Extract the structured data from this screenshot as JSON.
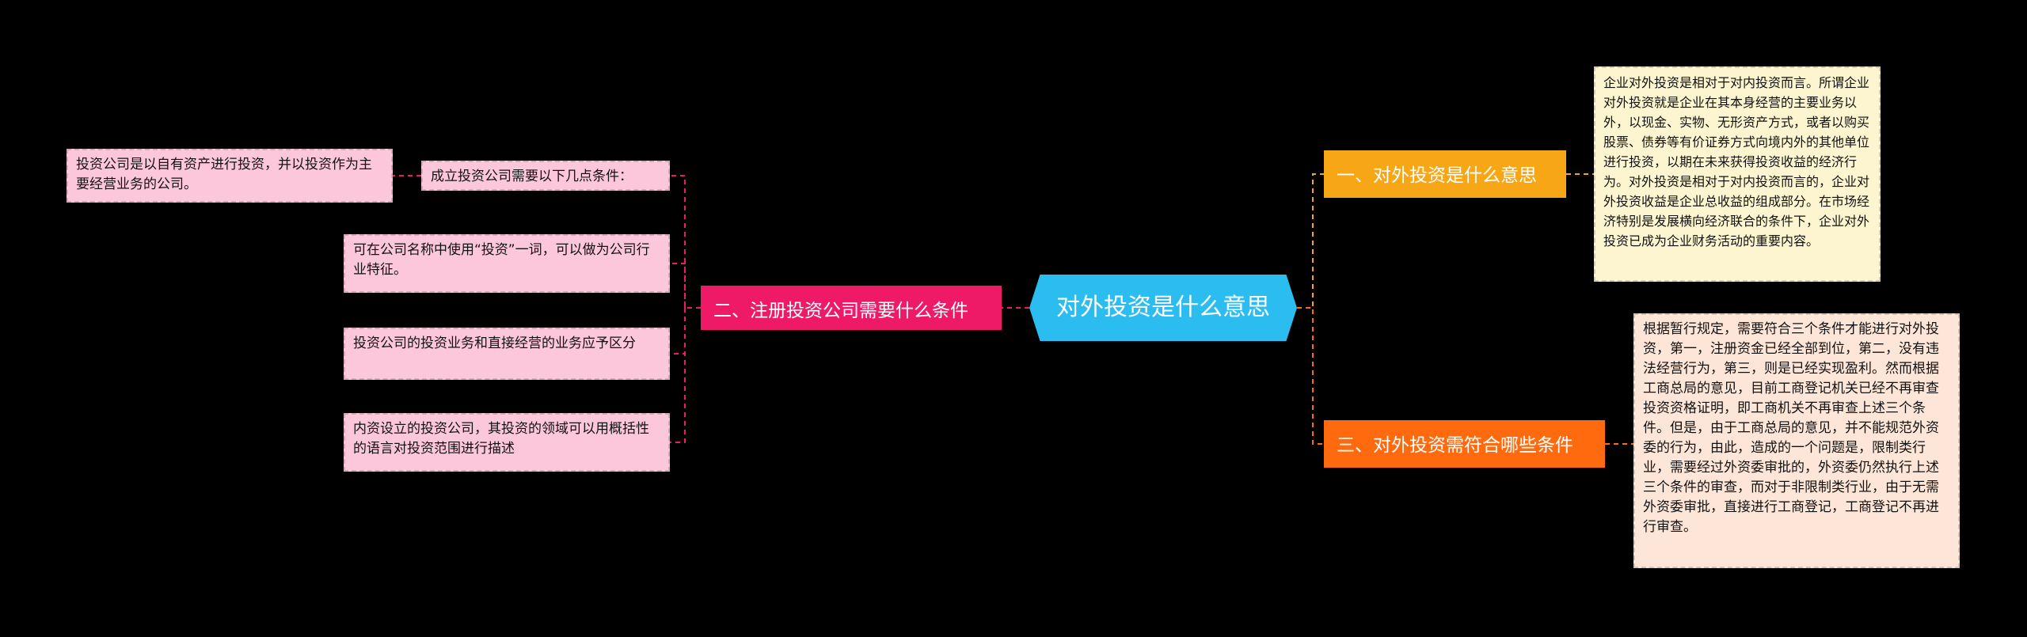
{
  "central": "对外投资是什么意思",
  "branches": {
    "b1": "一、对外投资是什么意思",
    "b2": "二、注册投资公司需要什么条件",
    "b3": "三、对外投资需符合哪些条件"
  },
  "leaves": {
    "investment_company_def": "投资公司是以自有资产进行投资，并以投资作为主要经营业务的公司。",
    "conditions_intro": "成立投资公司需要以下几点条件：",
    "name_use": "可在公司名称中使用“投资”一词，可以做为公司行业特征。",
    "business_distinguish": "投资公司的投资业务和直接经营的业务应予区分",
    "domestic_scope": "内资设立的投资公司，其投资的领域可以用概括性的语言对投资范围进行描述",
    "meaning_detail": "企业对外投资是相对于对内投资而言。所谓企业对外投资就是企业在其本身经营的主要业务以外，以现金、实物、无形资产方式，或者以购买股票、债券等有价证券方式向境内外的其他单位进行投资，以期在未来获得投资收益的经济行为。对外投资是相对于对内投资而言的，企业对外投资收益是企业总收益的组成部分。在市场经济特别是发展横向经济联合的条件下，企业对外投资已成为企业财务活动的重要内容。",
    "conditions_detail": "根据暂行规定，需要符合三个条件才能进行对外投资，第一，注册资金已经全部到位，第二，没有违法经营行为，第三，则是已经实现盈利。然而根据工商总局的意见，目前工商登记机关已经不再审查投资资格证明，即工商机关不再审查上述三个条件。但是，由于工商总局的意见，并不能规范外资委的行为，由此，造成的一个问题是，限制类行业，需要经过外资委审批的，外资委仍然执行上述三个条件的审查，而对于非限制类行业，由于无需外资委审批，直接进行工商登记，工商登记不再进行审查。"
  },
  "colors": {
    "background": "#000000",
    "central": "#2bbdf0",
    "branch1": "#f7a715",
    "branch2": "#ee1a67",
    "branch3": "#ff6a0e",
    "leaf_pink": "#fcc7db",
    "leaf_cream": "#fdf5cf",
    "leaf_peach": "#fde6d8"
  }
}
